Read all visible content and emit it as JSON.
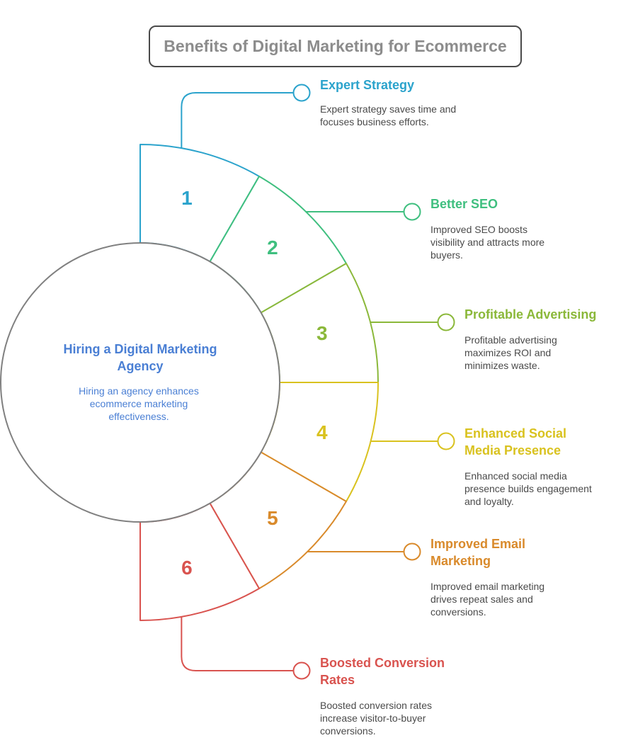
{
  "title": "Benefits of Digital Marketing for Ecommerce",
  "center": {
    "title": "Hiring a Digital Marketing Agency",
    "description": "Hiring an agency enhances ecommerce marketing effectiveness."
  },
  "colors": {
    "title_border": "#4a4a4a",
    "title_text": "#8c8c8c",
    "center_circle": "#808080",
    "center_text": "#4a7fd4",
    "description_text": "#4a4a4a"
  },
  "benefits": [
    {
      "number": "1",
      "title": "Expert Strategy",
      "description": "Expert strategy saves time and focuses business efforts.",
      "color": "#2ba3cc"
    },
    {
      "number": "2",
      "title": "Better SEO",
      "description": "Improved SEO boosts visibility and attracts more buyers.",
      "color": "#3fbf7f"
    },
    {
      "number": "3",
      "title": "Profitable Advertising",
      "description": "Profitable advertising maximizes ROI and minimizes waste.",
      "color": "#8bb83a"
    },
    {
      "number": "4",
      "title": "Enhanced Social Media Presence",
      "description": "Enhanced social media presence builds engagement and loyalty.",
      "color": "#d9c21f"
    },
    {
      "number": "5",
      "title": "Improved Email Marketing",
      "description": "Improved email marketing drives repeat sales and conversions.",
      "color": "#d98a2b"
    },
    {
      "number": "6",
      "title": "Boosted Conversion Rates",
      "description": "Boosted conversion rates increase visitor-to-buyer conversions.",
      "color": "#d9534f"
    }
  ]
}
